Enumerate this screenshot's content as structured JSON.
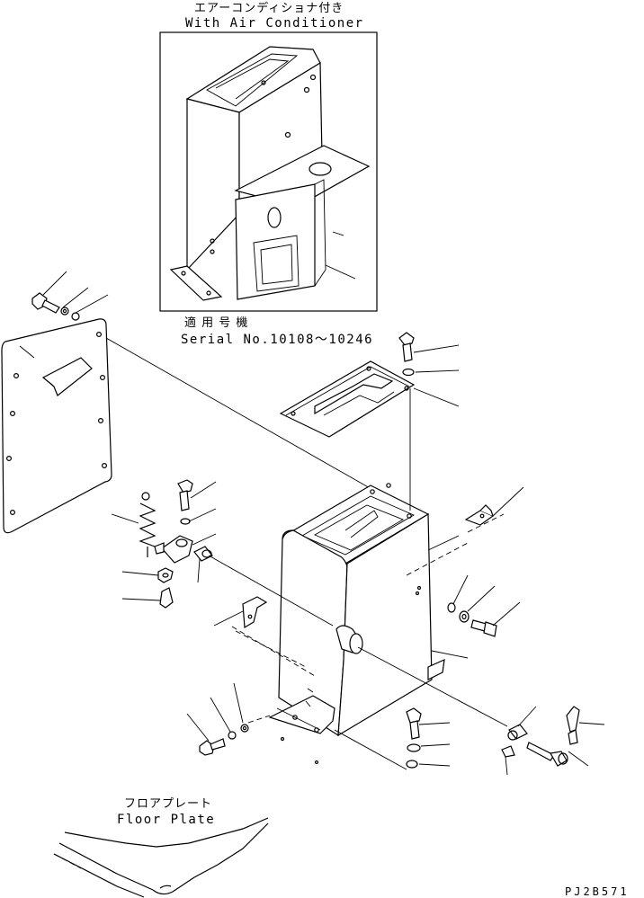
{
  "inset": {
    "title_jp": "エアーコンディショナ付き",
    "title_en": "With Air Conditioner",
    "serial_jp": "適 用 号 機",
    "serial_en": "Serial No.10108～10246"
  },
  "floor_plate": {
    "label_jp": "フロアプレート",
    "label_en": "Floor Plate"
  },
  "drawing_code": "PJ2B571"
}
